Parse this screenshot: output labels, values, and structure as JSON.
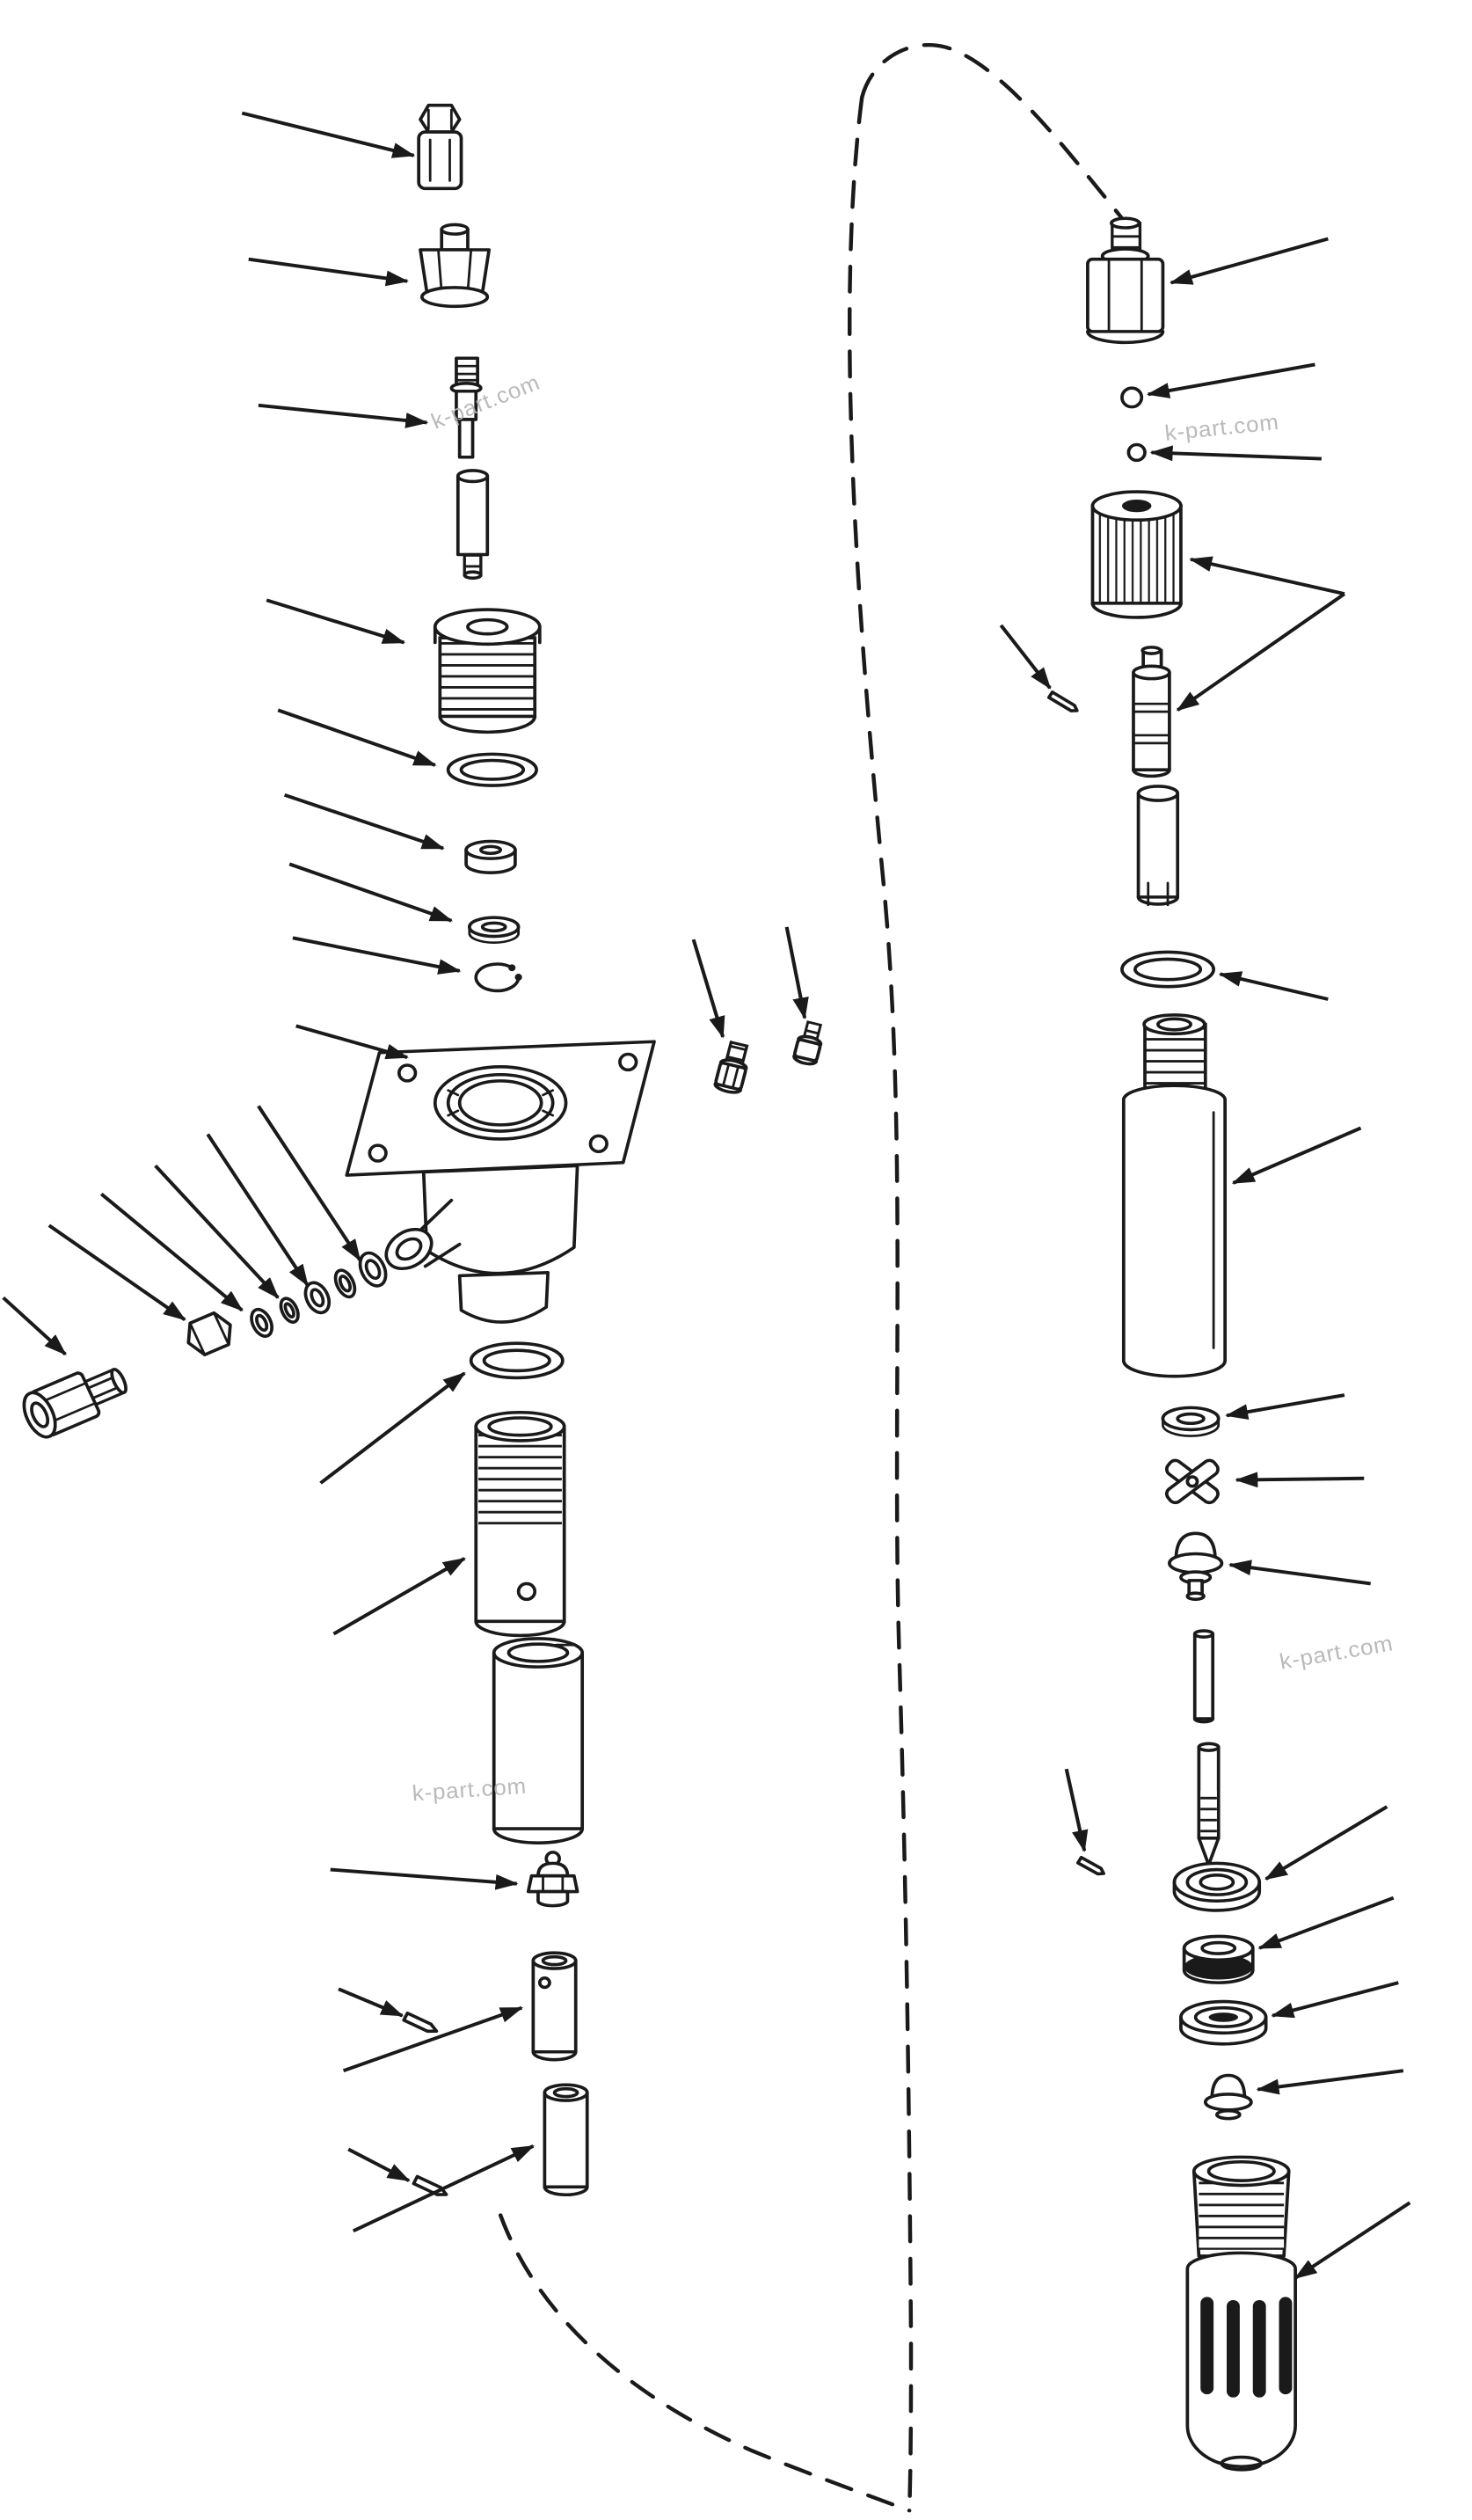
{
  "colors": {
    "background": "#ffffff",
    "line": "#1a1a1a",
    "watermark": "#b3b3b3"
  },
  "watermarks": [
    {
      "text": "k-part.com"
    },
    {
      "text": "k-part.com"
    },
    {
      "text": "k-part.com"
    },
    {
      "text": "k-part.com"
    }
  ],
  "diagram": {
    "type": "exploded-parts-diagram",
    "connector": "dashed-assembly-line",
    "left_assembly": {
      "parts": [
        "cap-nut",
        "adjusting-plug",
        "valve-stem",
        "spring-guide",
        "packing-gland",
        "o-ring",
        "seal-washer",
        "flat-washer",
        "snap-ring",
        "valve-body",
        "bolt",
        "screw",
        "washer-stack",
        "jam-nut",
        "elbow-fitting",
        "o-ring-large",
        "threaded-sleeve",
        "cylinder-sleeve",
        "grease-fitting",
        "spacer-tube-1",
        "spacer-tube-2",
        "roll-pin-1",
        "roll-pin-2"
      ]
    },
    "right_assembly": {
      "parts": [
        "inlet-fitting",
        "check-ball-1",
        "check-ball-2",
        "knurled-plug",
        "valve-spool",
        "dowel-pin",
        "spool-sleeve",
        "o-ring",
        "cylinder-housing",
        "lock-washer",
        "spider-retainer",
        "poppet-upper",
        "push-rod",
        "needle-stem",
        "roll-pin-3",
        "valve-seat",
        "seal-stack",
        "seat-ring",
        "poppet-lower",
        "strainer-foot-valve"
      ]
    }
  }
}
